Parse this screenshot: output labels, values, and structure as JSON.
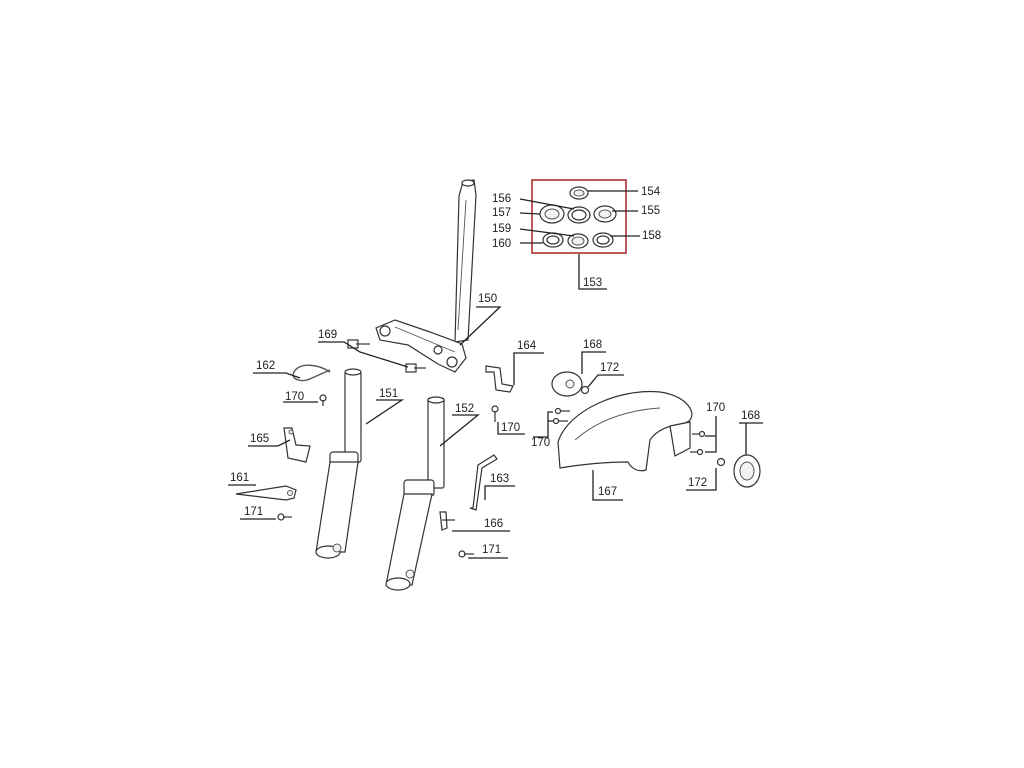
{
  "callouts": {
    "c150": "150",
    "c151": "151",
    "c152": "152",
    "c153": "153",
    "c154": "154",
    "c155": "155",
    "c156": "156",
    "c157": "157",
    "c158": "158",
    "c159": "159",
    "c160": "160",
    "c161": "161",
    "c162": "162",
    "c163": "163",
    "c164": "164",
    "c165": "165",
    "c166": "166",
    "c167": "167",
    "c168a": "168",
    "c168b": "168",
    "c169": "169",
    "c170a": "170",
    "c170b": "170",
    "c170c": "170",
    "c170d": "170",
    "c171a": "171",
    "c171b": "171",
    "c172a": "172",
    "c172b": "172"
  },
  "colors": {
    "bearing_kit_box": "#b03030",
    "line": "#222222"
  }
}
